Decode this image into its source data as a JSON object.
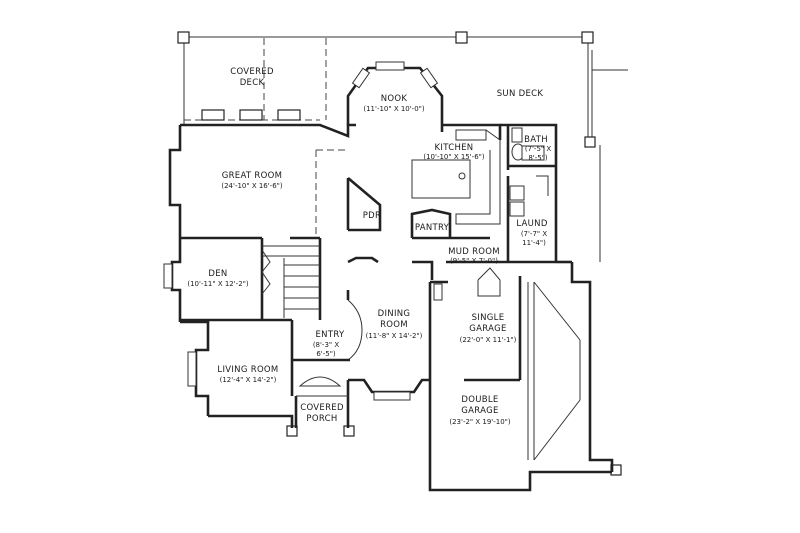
{
  "plan": {
    "rooms": [
      {
        "id": "covered-deck",
        "name_lines": [
          "COVERED",
          "DECK"
        ],
        "dims_lines": []
      },
      {
        "id": "nook",
        "name_lines": [
          "NOOK"
        ],
        "dims_lines": [
          "(11'-10\" X 10'-0\")"
        ]
      },
      {
        "id": "sun-deck",
        "name_lines": [
          "SUN DECK"
        ],
        "dims_lines": []
      },
      {
        "id": "kitchen",
        "name_lines": [
          "KITCHEN"
        ],
        "dims_lines": [
          "(10'-10\" X 15'-6\")"
        ]
      },
      {
        "id": "bath",
        "name_lines": [
          "BATH"
        ],
        "dims_lines": [
          "(7'-5\" X",
          "8'-5\")"
        ]
      },
      {
        "id": "great-room",
        "name_lines": [
          "GREAT ROOM"
        ],
        "dims_lines": [
          "(24'-10\" X 16'-6\")"
        ]
      },
      {
        "id": "pdr",
        "name_lines": [
          "PDR"
        ],
        "dims_lines": []
      },
      {
        "id": "pantry",
        "name_lines": [
          "PANTRY"
        ],
        "dims_lines": []
      },
      {
        "id": "laund",
        "name_lines": [
          "LAUND"
        ],
        "dims_lines": [
          "(7'-7\" X",
          "11'-4\")"
        ]
      },
      {
        "id": "mud-room",
        "name_lines": [
          "MUD ROOM"
        ],
        "dims_lines": [
          "(9'-5\" X 7'-0\")"
        ]
      },
      {
        "id": "den",
        "name_lines": [
          "DEN"
        ],
        "dims_lines": [
          "(10'-11\" X 12'-2\")"
        ]
      },
      {
        "id": "dining-room",
        "name_lines": [
          "DINING",
          "ROOM"
        ],
        "dims_lines": [
          "(11'-8\" X 14'-2\")"
        ]
      },
      {
        "id": "single-garage",
        "name_lines": [
          "SINGLE",
          "GARAGE"
        ],
        "dims_lines": [
          "(22'-0\" X 11'-1\")"
        ]
      },
      {
        "id": "entry",
        "name_lines": [
          "ENTRY"
        ],
        "dims_lines": [
          "(8'-3\" X",
          "6'-5\")"
        ]
      },
      {
        "id": "living-room",
        "name_lines": [
          "LIVING ROOM"
        ],
        "dims_lines": [
          "(12'-4\" X 14'-2\")"
        ]
      },
      {
        "id": "double-garage",
        "name_lines": [
          "DOUBLE",
          "GARAGE"
        ],
        "dims_lines": [
          "(23'-2\" X 19'-10\")"
        ]
      },
      {
        "id": "covered-porch",
        "name_lines": [
          "COVERED",
          "PORCH"
        ],
        "dims_lines": []
      }
    ]
  }
}
